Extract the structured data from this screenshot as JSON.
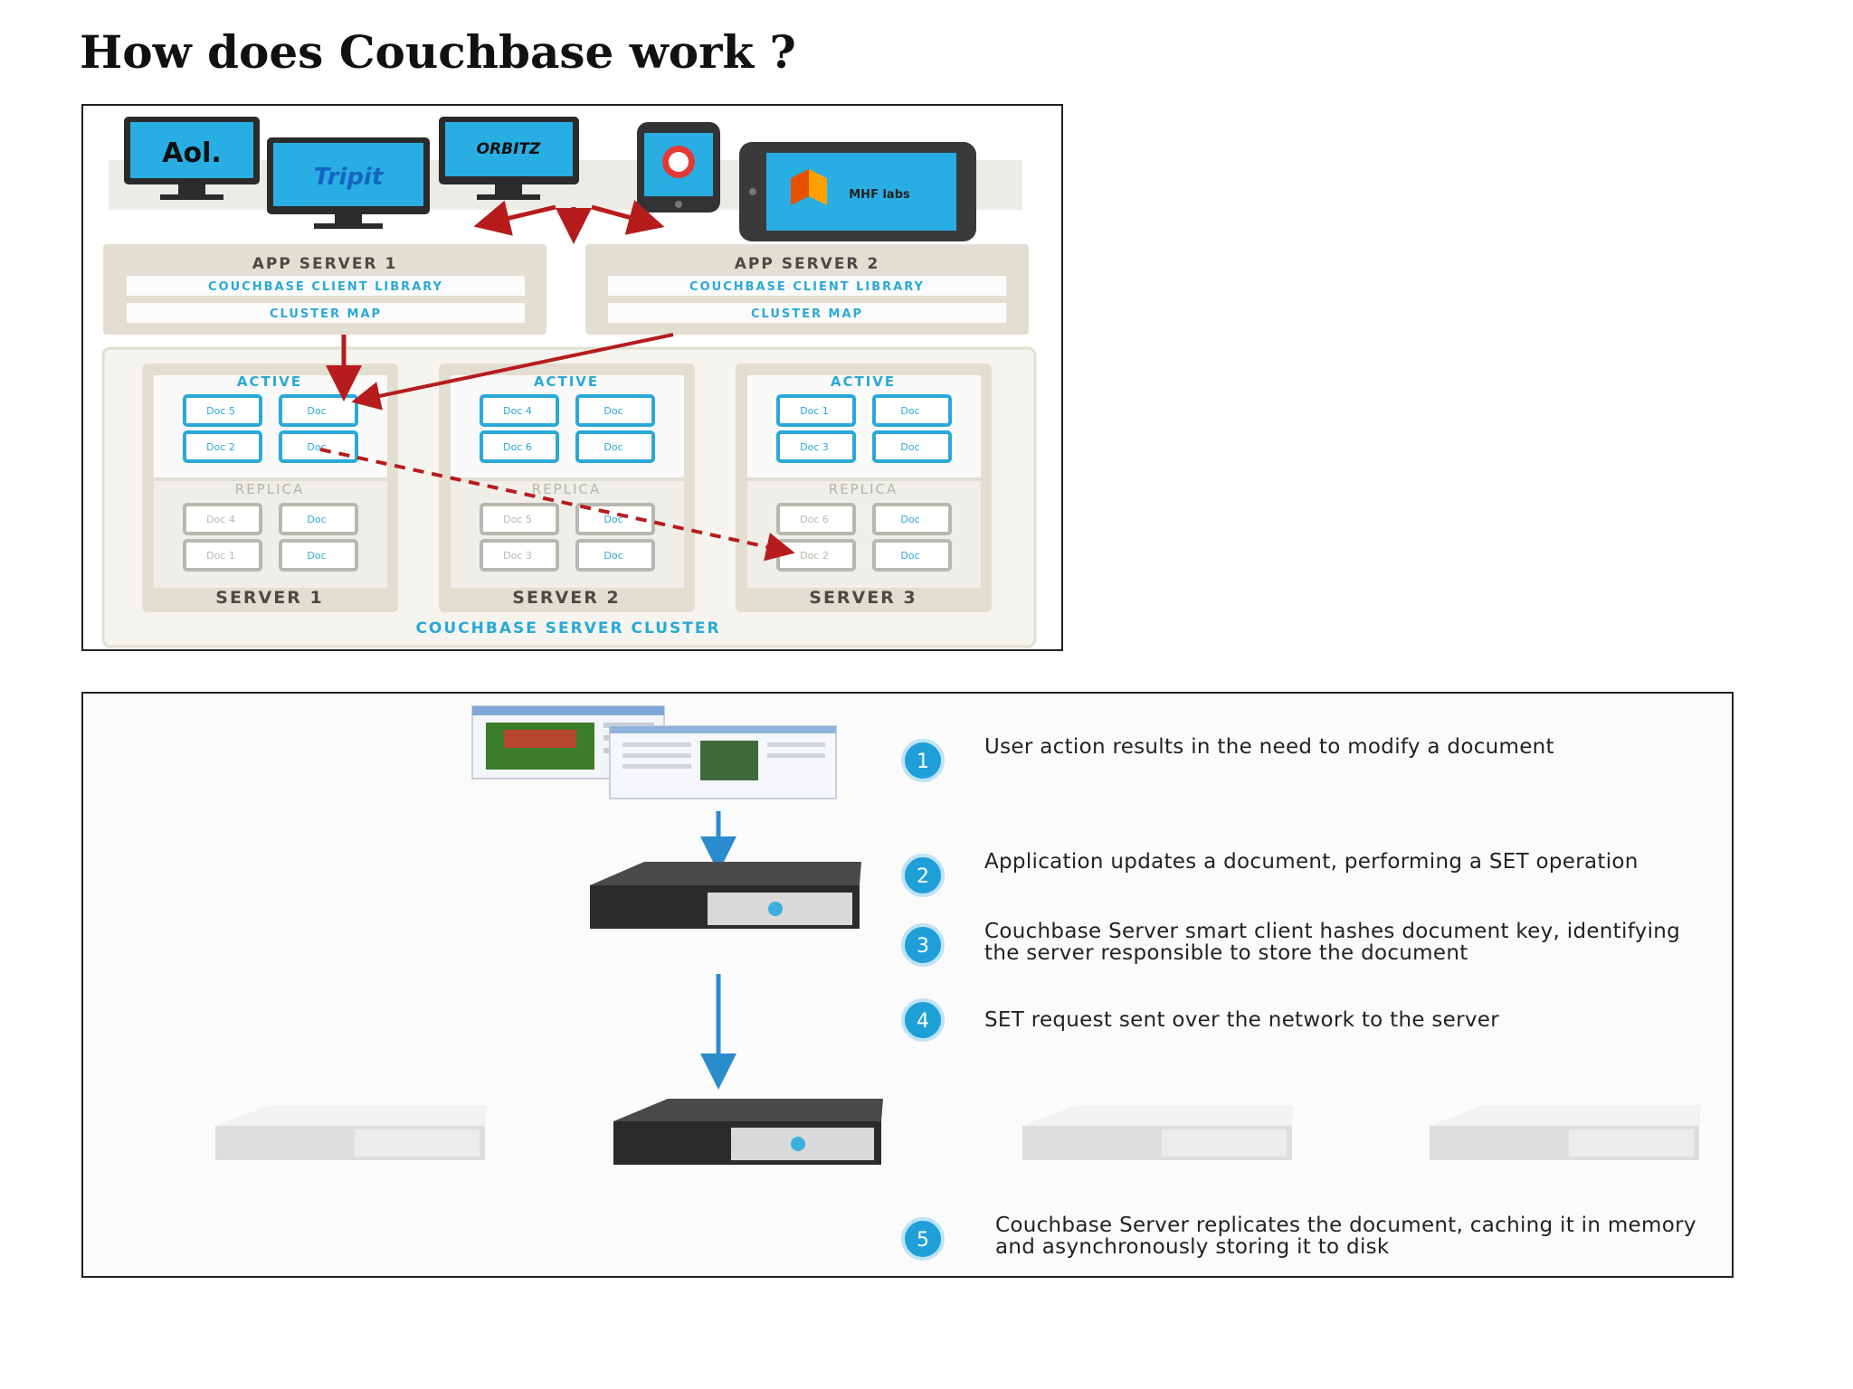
{
  "page": {
    "title": "How does Couchbase work ?"
  },
  "figure1": {
    "devices": [
      {
        "name": "aol-monitor",
        "label": "Aol."
      },
      {
        "name": "tripit-monitor",
        "label": "Tripit"
      },
      {
        "name": "orbitz-monitor",
        "label": "ORBITZ"
      },
      {
        "name": "phone",
        "label": ""
      },
      {
        "name": "tablet",
        "label": "MHF labs"
      }
    ],
    "app_servers": [
      {
        "title": "APP SERVER 1",
        "library": "COUCHBASE CLIENT LIBRARY",
        "map": "CLUSTER MAP"
      },
      {
        "title": "APP SERVER 2",
        "library": "COUCHBASE CLIENT LIBRARY",
        "map": "CLUSTER MAP"
      }
    ],
    "servers": [
      {
        "name": "SERVER 1",
        "active_label": "ACTIVE",
        "replica_label": "REPLICA",
        "active_docs": [
          "Doc 5",
          "Doc",
          "Doc 2",
          "Doc"
        ],
        "replica_docs": [
          "Doc 4",
          "Doc",
          "Doc 1",
          "Doc"
        ]
      },
      {
        "name": "SERVER 2",
        "active_label": "ACTIVE",
        "replica_label": "REPLICA",
        "active_docs": [
          "Doc 4",
          "Doc",
          "Doc 6",
          "Doc"
        ],
        "replica_docs": [
          "Doc 5",
          "Doc",
          "Doc 3",
          "Doc"
        ]
      },
      {
        "name": "SERVER 3",
        "active_label": "ACTIVE",
        "replica_label": "REPLICA",
        "active_docs": [
          "Doc 1",
          "Doc",
          "Doc 3",
          "Doc"
        ],
        "replica_docs": [
          "Doc 6",
          "Doc",
          "Doc 2",
          "Doc"
        ]
      }
    ],
    "cluster_label": "COUCHBASE SERVER CLUSTER",
    "colors": {
      "arrow": "#b71c1c",
      "doc_active": "#2aa9d8",
      "doc_replica": "#b8b8b0",
      "panel": "#e2dfd2"
    }
  },
  "figure2": {
    "steps": [
      {
        "number": "1",
        "text": "User action results in the need to modify a document"
      },
      {
        "number": "2",
        "text": "Application updates a document, performing a SET operation"
      },
      {
        "number": "3",
        "text": "Couchbase Server smart client hashes document key, identifying the server responsible to store the document"
      },
      {
        "number": "4",
        "text": "SET request sent over the network to the server"
      },
      {
        "number": "5",
        "text": "Couchbase Server replicates the document, caching it in memory and asynchronously storing it to disk"
      }
    ],
    "colors": {
      "badge": "#1e9fd8",
      "arrow": "#2a8ccc",
      "server_dark": "#2b2b2b",
      "server_light": "#e6e6e6"
    }
  }
}
